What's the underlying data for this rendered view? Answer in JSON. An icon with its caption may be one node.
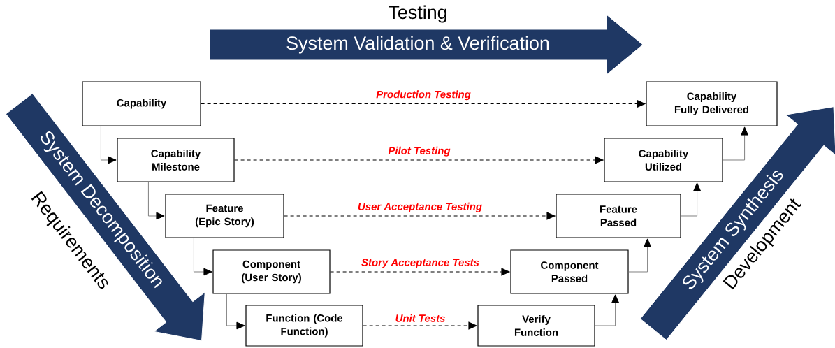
{
  "diagram": {
    "nodes": [
      {
        "text": [
          "Capability"
        ]
      },
      {
        "text": [
          "Capability Milestone"
        ]
      },
      {
        "text": [
          "Feature (Epic Story)"
        ]
      },
      {
        "text": [
          "Component (User Story)"
        ]
      },
      {
        "text": [
          "Function (Code Function)"
        ]
      },
      {
        "text": [
          "Verify Function"
        ]
      },
      {
        "text": [
          "Component Passed"
        ]
      },
      {
        "text": [
          "Feature Passed"
        ]
      },
      {
        "text": [
          "Capability Utilized"
        ]
      },
      {
        "text": [
          "Capability Fully Delivered"
        ]
      },
      {
        "text": [
          "System Validation & Verification"
        ],
        "beside": [
          "Testing"
        ]
      },
      {
        "text": [
          "System Decomposition"
        ],
        "beside": [
          "Requirements"
        ]
      },
      {
        "text": [
          "System Synthesis"
        ],
        "beside": [
          "Development"
        ]
      }
    ],
    "edges": [
      {
        "from": 0,
        "to": 1,
        "arrow": "to"
      },
      {
        "from": 1,
        "to": 2,
        "arrow": "to"
      },
      {
        "from": 2,
        "to": 3,
        "arrow": "to"
      },
      {
        "from": 3,
        "to": 4,
        "arrow": "to"
      },
      {
        "from": 5,
        "to": 6,
        "arrow": "to"
      },
      {
        "from": 6,
        "to": 7,
        "arrow": "to"
      },
      {
        "from": 7,
        "to": 8,
        "arrow": "to"
      },
      {
        "from": 8,
        "to": 9,
        "arrow": "to"
      },
      {
        "from": 0,
        "to": 9,
        "arrow": "to",
        "label": "Production Testing",
        "style": "dashed",
        "color": "#000000"
      },
      {
        "from": 1,
        "to": 8,
        "arrow": "to",
        "label": "Pilot Testing",
        "style": "dashed",
        "color": "#000000"
      },
      {
        "from": 2,
        "to": 7,
        "arrow": "to",
        "label": "User Acceptance Testing",
        "style": "dashed",
        "color": "#000000"
      },
      {
        "from": 3,
        "to": 6,
        "arrow": "to",
        "label": "Story Acceptance Tests",
        "style": "dashed",
        "color": "#000000"
      },
      {
        "from": 4,
        "to": 5,
        "arrow": "to",
        "label": "Unit Tests",
        "style": "dashed",
        "color": "#000000"
      }
    ]
  }
}
